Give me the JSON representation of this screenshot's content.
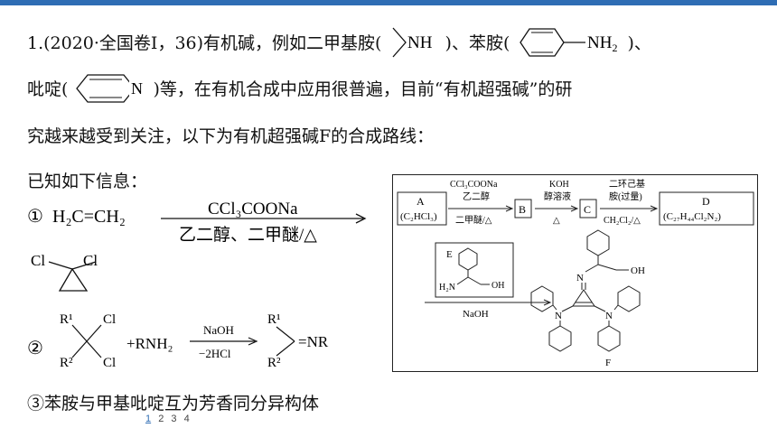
{
  "question": {
    "line1_prefix": "1.(2020·全国卷Ⅰ，36)有机碱，例如二甲基胺(",
    "nh_label": "NH",
    "line1_mid": ")、苯胺(",
    "nh2_label": "NH",
    "nh2_sub": "2",
    "line1_end": ")、",
    "line2_prefix": "吡啶(",
    "n_label": "N",
    "line2_rest": ")等，在有机合成中应用很普遍，目前“有机超强碱”的研",
    "line3": "究越来越受到关注，以下为有机超强碱F的合成路线：",
    "known": "已知如下信息："
  },
  "info1": {
    "num": "①",
    "reactant": "H₂C=CH₂",
    "cond_top": "CCl₃COONa",
    "cond_bottom": "乙二醇、二甲醚/△",
    "cl": "Cl"
  },
  "info2": {
    "num": "②",
    "r1": "R¹",
    "r2": "R²",
    "cl": "Cl",
    "plus": "+RNH₂",
    "cond_top": "NaOH",
    "cond_bottom": "−2HCl",
    "product": "=NR"
  },
  "info3": {
    "text": "③苯胺与甲基吡啶互为芳香同分异构体"
  },
  "scheme": {
    "a_label": "A",
    "a_formula": "(C₂HCl₃)",
    "step1_top1": "CCl₃COONa",
    "step1_top2": "乙二醇",
    "step1_bottom": "二甲醚/△",
    "b_label": "B",
    "step2_top1": "KOH",
    "step2_top2": "醇溶液",
    "step2_bottom": "△",
    "c_label": "C",
    "step3_top1": "二环己基",
    "step3_top2": "胺(过量)",
    "step3_bottom": "CH₂Cl₂/△",
    "d_label": "D",
    "d_formula": "(C₂₇H₄₄Cl₂N₂)",
    "e_label": "E",
    "e_h2n": "H₂N",
    "e_oh": "OH",
    "n_atom": "N",
    "oh": "OH",
    "naoh": "NaOH",
    "f_label": "F"
  },
  "pager": {
    "pages": [
      "1",
      "2",
      "3",
      "4"
    ],
    "active": "1"
  },
  "colors": {
    "accent": "#2e6db4"
  }
}
